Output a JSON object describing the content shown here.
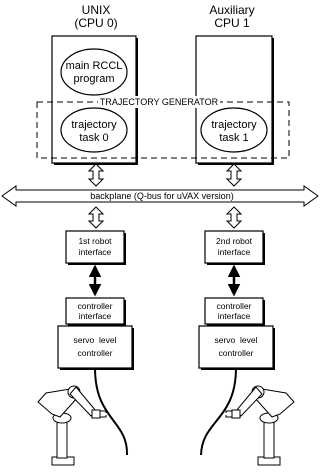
{
  "cpu_left": {
    "line1": "UNIX",
    "line2": "(CPU 0)"
  },
  "cpu_right": {
    "line1": "Auxiliary",
    "line2": "CPU 1"
  },
  "main_program": {
    "line1": "main RCCL",
    "line2": "program"
  },
  "trajectory_generator": "TRAJECTORY GENERATOR",
  "task0": {
    "line1": "trajectory",
    "line2": "task 0"
  },
  "task1": {
    "line1": "trajectory",
    "line2": "task 1"
  },
  "backplane": "backplane (Q-bus for uVAX version)",
  "robot_interface_1": {
    "line1": "1st robot",
    "line2": "interface"
  },
  "robot_interface_2": {
    "line1": "2nd robot",
    "line2": "interface"
  },
  "controller_interface": {
    "line1": "controller",
    "line2": "interface"
  },
  "servo_controller": {
    "line1": "servo  level",
    "line2": "controller"
  },
  "icons": [
    "robot-arm-icon",
    "robot-arm-icon"
  ]
}
